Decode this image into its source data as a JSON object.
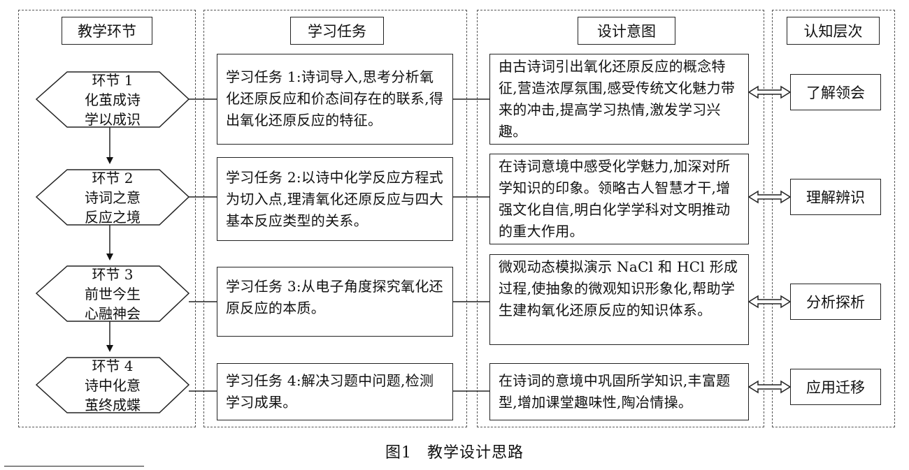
{
  "headers": {
    "col1": "教学环节",
    "col2": "学习任务",
    "col3": "设计意图",
    "col4": "认知层次"
  },
  "stages": [
    {
      "line1": "环节 1",
      "line2": "化茧成诗",
      "line3": "学以成识"
    },
    {
      "line1": "环节 2",
      "line2": "诗词之意",
      "line3": "反应之境"
    },
    {
      "line1": "环节 3",
      "line2": "前世今生",
      "line3": "心融神会"
    },
    {
      "line1": "环节 4",
      "line2": "诗中化意",
      "line3": "茧终成蝶"
    }
  ],
  "tasks": [
    "学习任务 1:诗词导入,思考分析氧化还原反应和价态间存在的联系,得出氧化还原反应的特征。",
    "学习任务 2:以诗中化学反应方程式为切入点,理清氧化还原反应与四大基本反应类型的关系。",
    "学习任务 3:从电子角度探究氧化还原反应的本质。",
    "学习任务 4:解决习题中问题,检测学习成果。"
  ],
  "intents": [
    "由古诗词引出氧化还原反应的概念特征,营造浓厚氛围,感受传统文化魅力带来的冲击,提高学习热情,激发学习兴趣。",
    "在诗词意境中感受化学魅力,加深对所学知识的印象。领略古人智慧才干,增强文化自信,明白化学学科对文明推动的重大作用。",
    "微观动态模拟演示 NaCl 和 HCl 形成过程,使抽象的微观知识形象化,帮助学生建构氧化还原反应的知识体系。",
    "在诗词的意境中巩固所学知识,丰富题型,增加课堂趣味性,陶冶情操。"
  ],
  "levels": [
    "了解领会",
    "理解辨识",
    "分析探析",
    "应用迁移"
  ],
  "caption": {
    "number": "图1",
    "title": "教学设计思路"
  }
}
